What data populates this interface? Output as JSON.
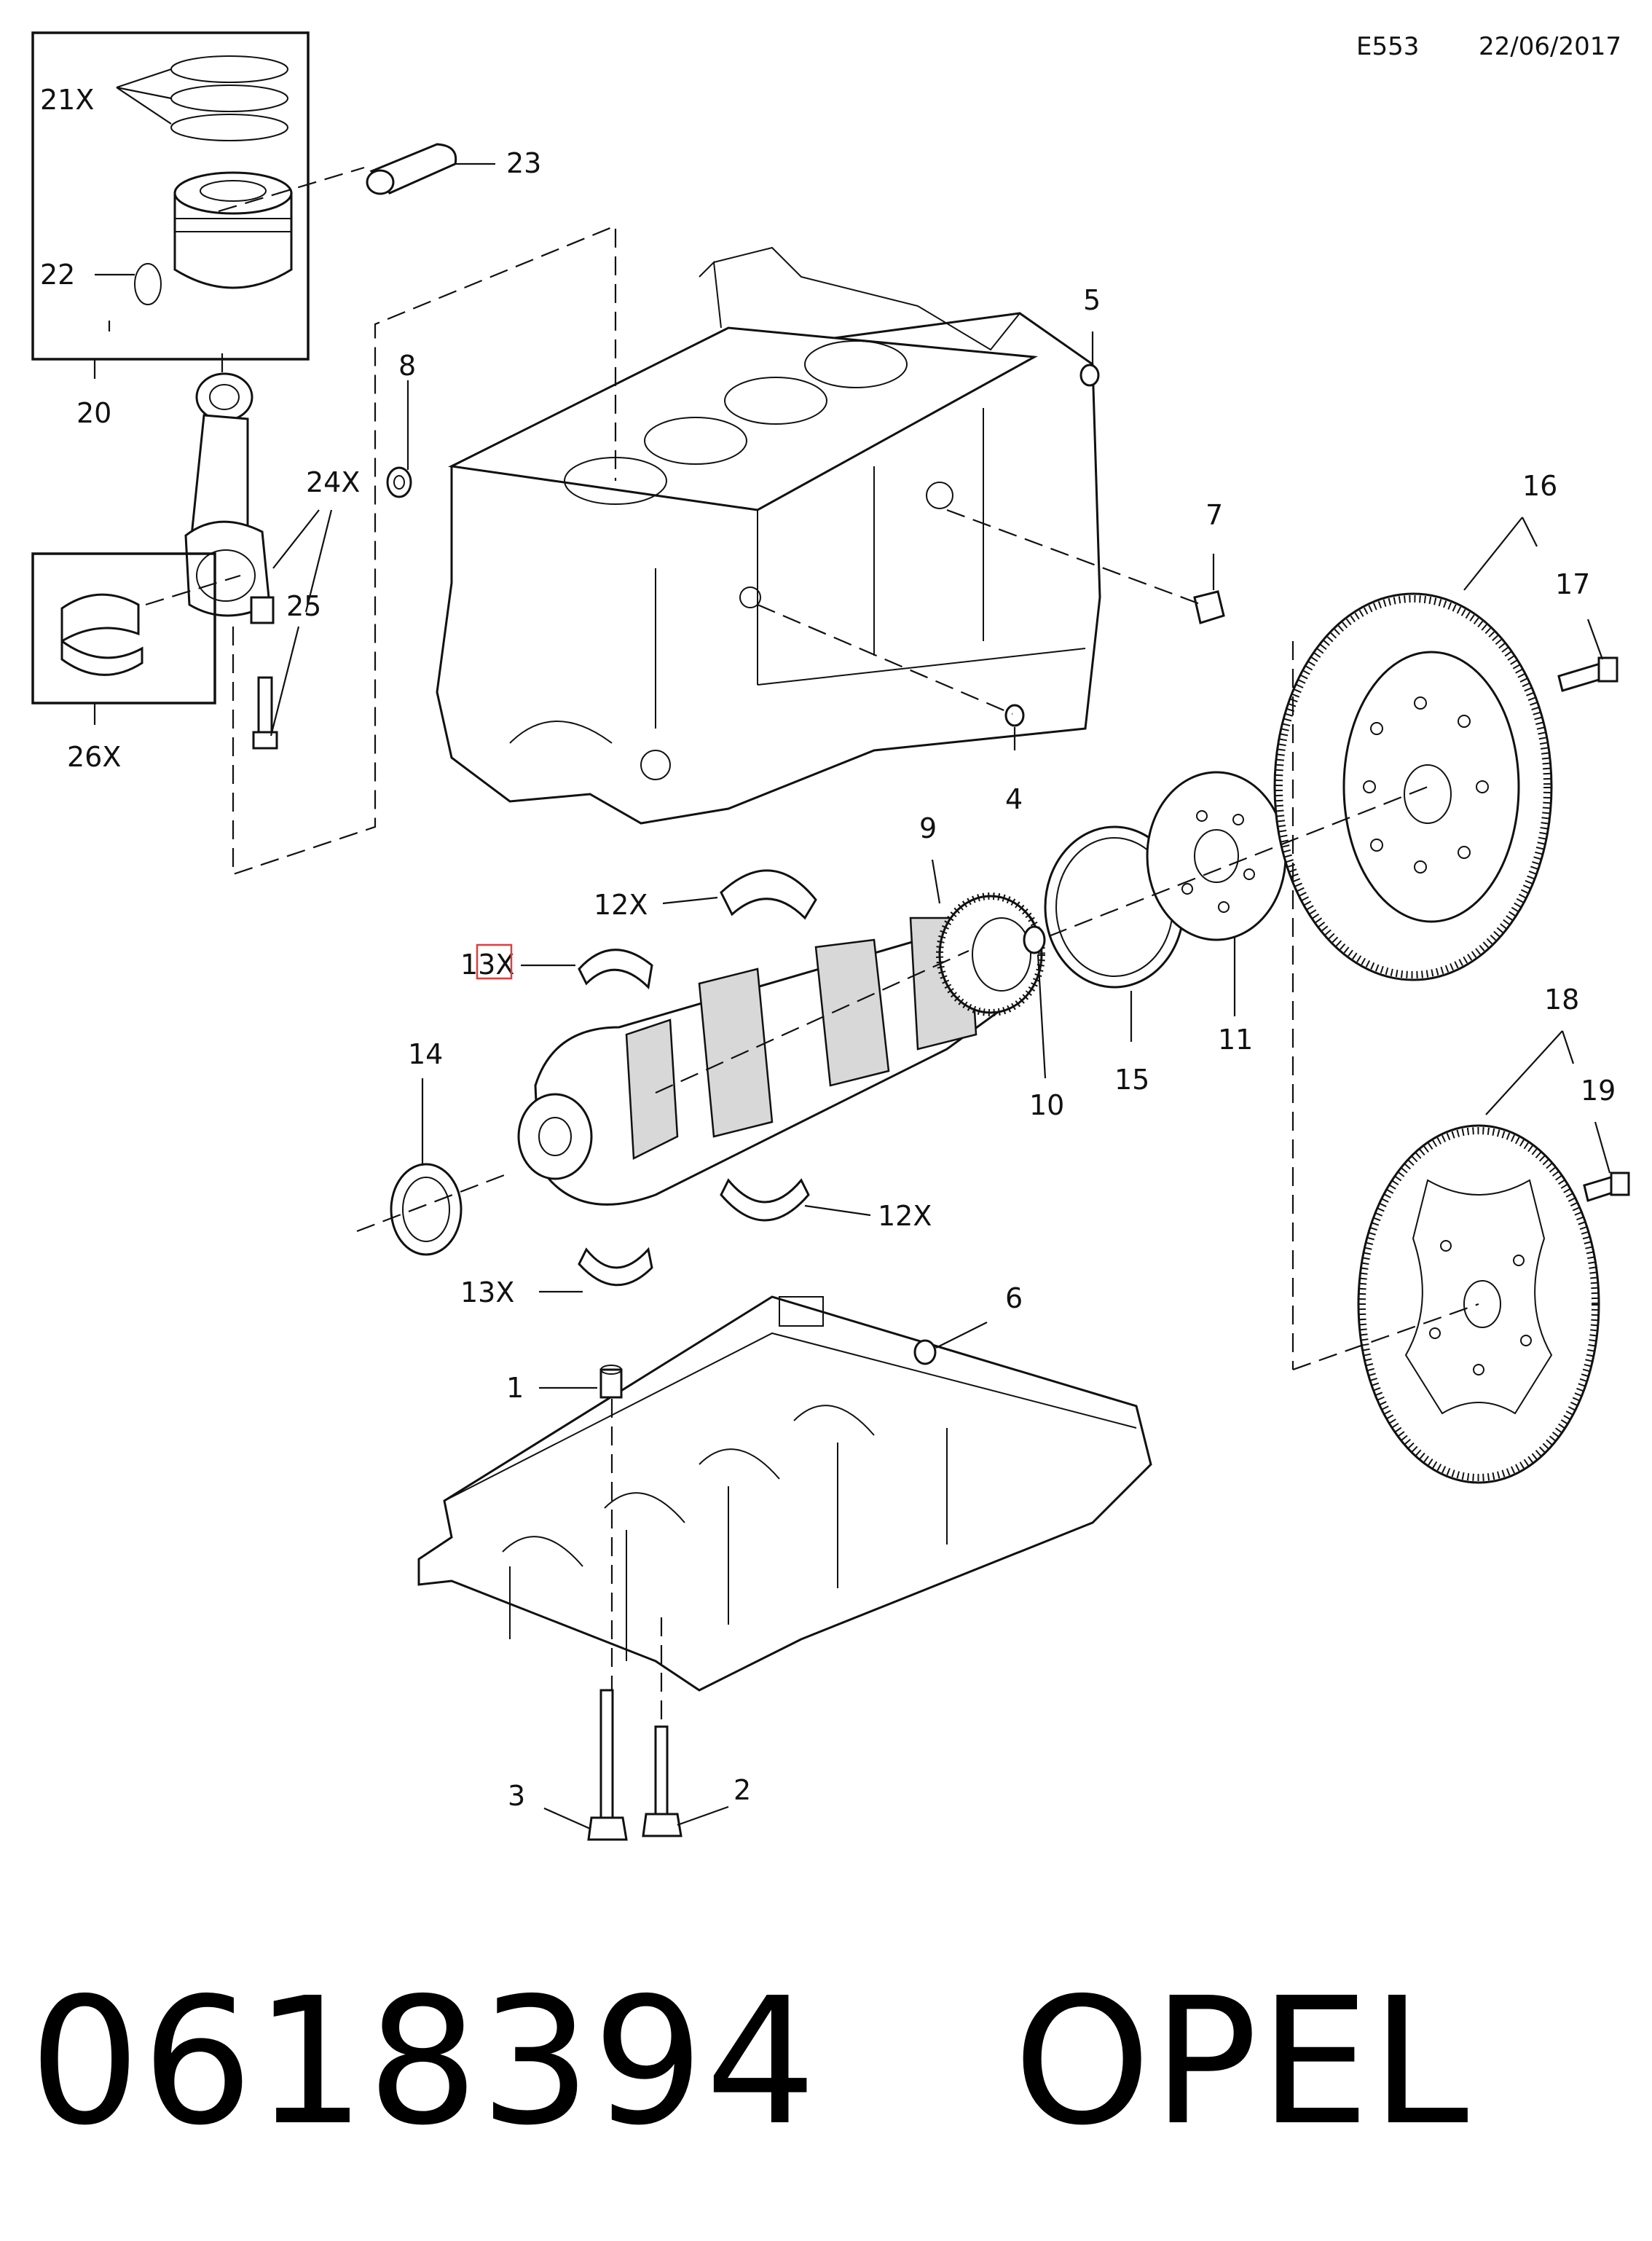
{
  "header": {
    "code": "E553",
    "date": "22/06/2017"
  },
  "callouts": {
    "c1": "1",
    "c2": "2",
    "c3": "3",
    "c4": "4",
    "c5": "5",
    "c6": "6",
    "c7": "7",
    "c8": "8",
    "c9": "9",
    "c10": "10",
    "c11": "11",
    "c12a": "12X",
    "c12b": "12X",
    "c13a": "13X",
    "c13b": "13X",
    "c14": "14",
    "c15": "15",
    "c16": "16",
    "c17": "17",
    "c18": "18",
    "c19": "19",
    "c20": "20",
    "c21": "21X",
    "c22": "22",
    "c23": "23",
    "c24": "24X",
    "c25": "25",
    "c26": "26X"
  },
  "footer": {
    "part_number": "0618394",
    "brand": "OPEL"
  },
  "colors": {
    "ink": "#111111",
    "highlight": "#e23c3c",
    "background": "#ffffff"
  }
}
